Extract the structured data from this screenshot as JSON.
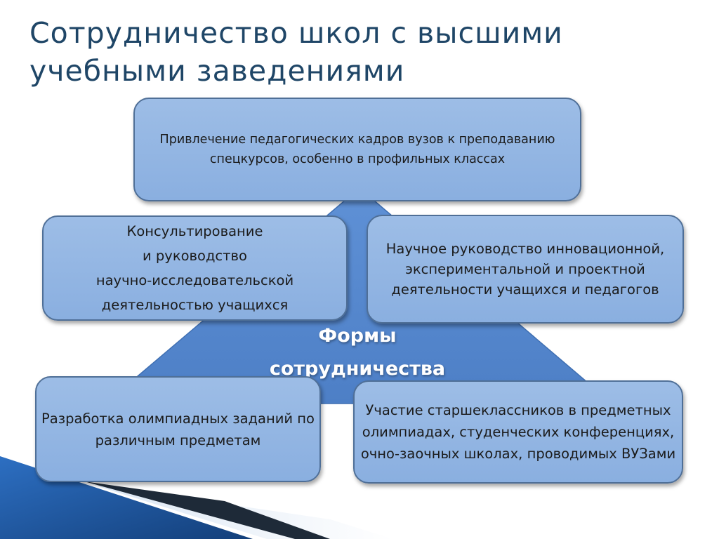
{
  "slide": {
    "title": "Сотрудничество школ с высшими учебными заведениями"
  },
  "diagram": {
    "center_label": "Формы сотрудничества",
    "boxes": {
      "top": "Привлечение педагогических кадров вузов к преподаванию спецкурсов, особенно в профильных классах",
      "middle_left": "Консультирование\nи руководство\nнаучно-исследовательской деятельностью учащихся",
      "middle_right": "Научное руководство инновационной, экспериментальной и проектной деятельности учащихся и педагогов",
      "bottom_left": "Разработка олимпиадных заданий по различным предметам",
      "bottom_right": "Участие старшеклассников в предметных олимпиадах, студенческих конференциях, очно-заочных школах, проводимых ВУЗами"
    }
  },
  "colors": {
    "title": "#1f4667",
    "box_fill": "#8fb3e2",
    "box_border": "#4f6f97",
    "triangle": "#5b8bd0",
    "center_label": "#ffffff",
    "corner_stripe_dark": "#1e2a38",
    "corner_stripe_blue": "#2f6eb8"
  }
}
